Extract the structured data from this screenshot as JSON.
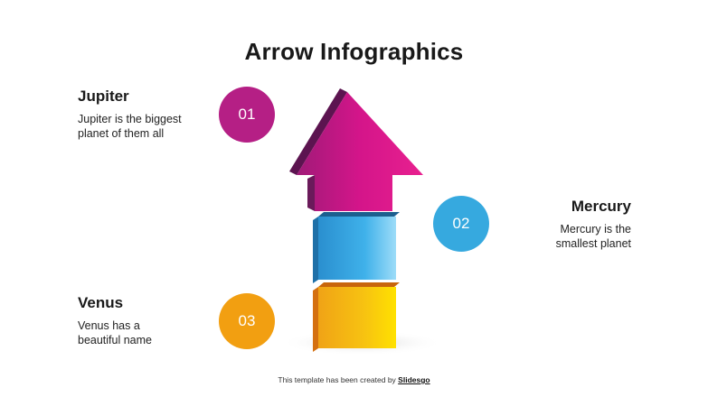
{
  "title": "Arrow Infographics",
  "items": [
    {
      "number": "01",
      "title": "Jupiter",
      "description_line1": "Jupiter is the biggest",
      "description_line2": "planet of them all",
      "color": "#b51f85"
    },
    {
      "number": "02",
      "title": "Mercury",
      "description_line1": "Mercury is the",
      "description_line2": "smallest planet",
      "color": "#36a9df"
    },
    {
      "number": "03",
      "title": "Venus",
      "description_line1": "Venus has a",
      "description_line2": "beautiful name",
      "color": "#f29f11"
    }
  ],
  "footer": {
    "text": "This template has been created by ",
    "link": "Slidesgo"
  }
}
